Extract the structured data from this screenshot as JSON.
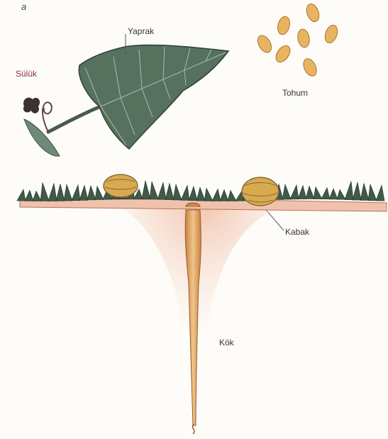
{
  "figure": {
    "panel_letter": "a",
    "labels": {
      "leaf": "Yaprak",
      "tendril": "Sülük",
      "seeds": "Tohum",
      "fruit": "Kabak",
      "root": "Kök"
    }
  },
  "colors": {
    "leaf_fill": "#4f6d5a",
    "leaf_vein": "#9fb4a6",
    "soil": "#f2c3ad",
    "root_halo": "#f5d4c2",
    "root": "#d99a55",
    "seed": "#e8b460",
    "fruit": "#d7a94e",
    "foliage": "#3f5a48"
  }
}
